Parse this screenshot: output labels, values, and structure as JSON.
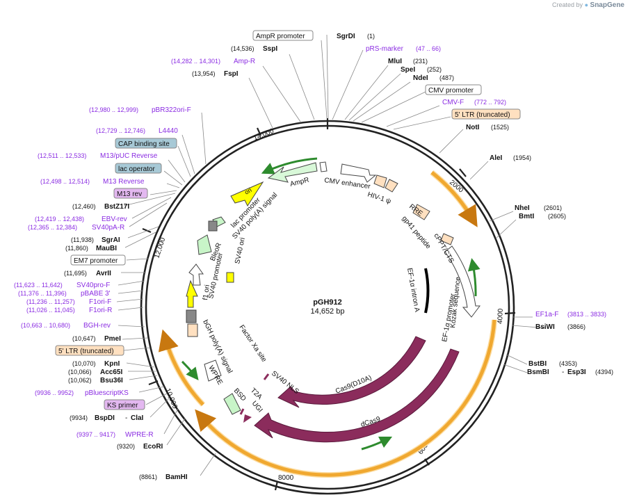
{
  "credit": {
    "prefix": "Created by",
    "brand": "SnapGene"
  },
  "plasmid": {
    "name": "pGH912",
    "length": "14,652 bp"
  },
  "colors": {
    "primer": "#8a2be2",
    "feature_magenta": "#8b2c5c",
    "ori_yellow": "#ffff00",
    "promoter_fill": "#ffffff",
    "cds_green": "#c8f5c8",
    "ltr_fill": "#ffe0c0",
    "binding_fill": "#a7c9d6",
    "primer_box": "#e3b8f0",
    "orange_arc": "#f0a830"
  },
  "ticks": [
    {
      "label": "2000"
    },
    {
      "label": "4000"
    },
    {
      "label": "6000"
    },
    {
      "label": "8000"
    },
    {
      "label": "10,000"
    },
    {
      "label": "12,000"
    },
    {
      "label": "14,000"
    }
  ],
  "labels": {
    "top": [
      {
        "name": "AmpR promoter",
        "pos": "",
        "style": "box"
      },
      {
        "name": "SgrDI",
        "pos": "(1)",
        "style": "site"
      },
      {
        "name": "SspI",
        "pos": "(14,536)",
        "style": "site"
      },
      {
        "name": "pRS-marker",
        "pos": "(47 .. 66)",
        "style": "primer"
      },
      {
        "name": "Amp-R",
        "pos": "(14,282 .. 14,301)",
        "style": "primer"
      },
      {
        "name": "MluI",
        "pos": "(231)",
        "style": "site"
      },
      {
        "name": "SpeI",
        "pos": "(252)",
        "style": "site"
      },
      {
        "name": "FspI",
        "pos": "(13,954)",
        "style": "site"
      },
      {
        "name": "NdeI",
        "pos": "(487)",
        "style": "site"
      },
      {
        "name": "CMV promoter",
        "pos": "",
        "style": "box"
      },
      {
        "name": "CMV-F",
        "pos": "(772 .. 792)",
        "style": "primer"
      },
      {
        "name": "5' LTR (truncated)",
        "pos": "",
        "style": "ltrbox"
      },
      {
        "name": "NotI",
        "pos": "(1525)",
        "style": "site"
      }
    ],
    "right": [
      {
        "name": "AleI",
        "pos": "(1954)",
        "style": "site"
      },
      {
        "name": "NheI",
        "pos": "(2601)",
        "style": "site"
      },
      {
        "name": "BmtI",
        "pos": "(2605)",
        "style": "site"
      },
      {
        "name": "EF1a-F",
        "pos": "(3813 .. 3833)",
        "style": "primer"
      },
      {
        "name": "BsiWI",
        "pos": "(3866)",
        "style": "site"
      },
      {
        "name": "BstBI",
        "pos": "(4353)",
        "style": "site"
      },
      {
        "name": "BsmBI",
        "pos": "",
        "style": "site"
      },
      {
        "name": "Esp3I",
        "pos": "(4394)",
        "style": "site"
      }
    ],
    "left": [
      {
        "name": "pBR322ori-F",
        "pos": "(12,980 .. 12,999)",
        "style": "primer"
      },
      {
        "name": "L4440",
        "pos": "(12,729 .. 12,746)",
        "style": "primer"
      },
      {
        "name": "CAP binding site",
        "pos": "",
        "style": "bindbox"
      },
      {
        "name": "M13/pUC Reverse",
        "pos": "(12,511 .. 12,533)",
        "style": "primer"
      },
      {
        "name": "lac operator",
        "pos": "",
        "style": "bindbox"
      },
      {
        "name": "M13 Reverse",
        "pos": "(12,498 .. 12,514)",
        "style": "primer"
      },
      {
        "name": "M13 rev",
        "pos": "",
        "style": "primerbox"
      },
      {
        "name": "BstZ17I",
        "pos": "(12,460)",
        "style": "site"
      },
      {
        "name": "EBV-rev",
        "pos": "(12,419 .. 12,438)",
        "style": "primer"
      },
      {
        "name": "SV40pA-R",
        "pos": "(12,365 .. 12,384)",
        "style": "primer"
      },
      {
        "name": "SgrAI",
        "pos": "(11,938)",
        "style": "site"
      },
      {
        "name": "MauBI",
        "pos": "(11,860)",
        "style": "site"
      },
      {
        "name": "EM7 promoter",
        "pos": "",
        "style": "box"
      },
      {
        "name": "AvrII",
        "pos": "(11,695)",
        "style": "site"
      },
      {
        "name": "SV40pro-F",
        "pos": "(11,623 .. 11,642)",
        "style": "primer"
      },
      {
        "name": "pBABE 3'",
        "pos": "(11,376 .. 11,396)",
        "style": "primer"
      },
      {
        "name": "F1ori-F",
        "pos": "(11,236 .. 11,257)",
        "style": "primer"
      },
      {
        "name": "F1ori-R",
        "pos": "(11,026 .. 11,045)",
        "style": "primer"
      },
      {
        "name": "BGH-rev",
        "pos": "(10,663 .. 10,680)",
        "style": "primer"
      },
      {
        "name": "PmeI",
        "pos": "(10,647)",
        "style": "site"
      },
      {
        "name": "5' LTR (truncated)",
        "pos": "",
        "style": "ltrbox"
      },
      {
        "name": "KpnI",
        "pos": "(10,070)",
        "style": "site"
      },
      {
        "name": "Acc65I",
        "pos": "(10,066)",
        "style": "site"
      },
      {
        "name": "Bsu36I",
        "pos": "(10,062)",
        "style": "site"
      },
      {
        "name": "pBluescriptKS",
        "pos": "(9936 .. 9952)",
        "style": "primer"
      },
      {
        "name": "KS primer",
        "pos": "",
        "style": "primerbox"
      },
      {
        "name": "BspDI",
        "pos": "(9934)",
        "style": "site"
      },
      {
        "name": "ClaI",
        "pos": "",
        "style": "site"
      },
      {
        "name": "WPRE-R",
        "pos": "(9397 .. 9417)",
        "style": "primer"
      },
      {
        "name": "EcoRI",
        "pos": "(9320)",
        "style": "site"
      },
      {
        "name": "BamHI",
        "pos": "(8861)",
        "style": "site"
      }
    ]
  },
  "features": [
    "AmpR",
    "ori",
    "CMV enhancer",
    "HIV-1 ψ",
    "RRE",
    "gp41 peptide",
    "cPPT/CTS",
    "EF-1α intron A",
    "EF-1α promoter",
    "Kozak sequence",
    "Cas9(D10A)",
    "dCas9",
    "SV40 NLS",
    "T2A",
    "BSD",
    "UGI",
    "WPRE",
    "bGH poly(A) signal",
    "Factor Xa site",
    "SV40 ori",
    "f1 ori",
    "SV40 promoter",
    "BleoR",
    "lac promoter",
    "SV40 poly(A) signal"
  ]
}
